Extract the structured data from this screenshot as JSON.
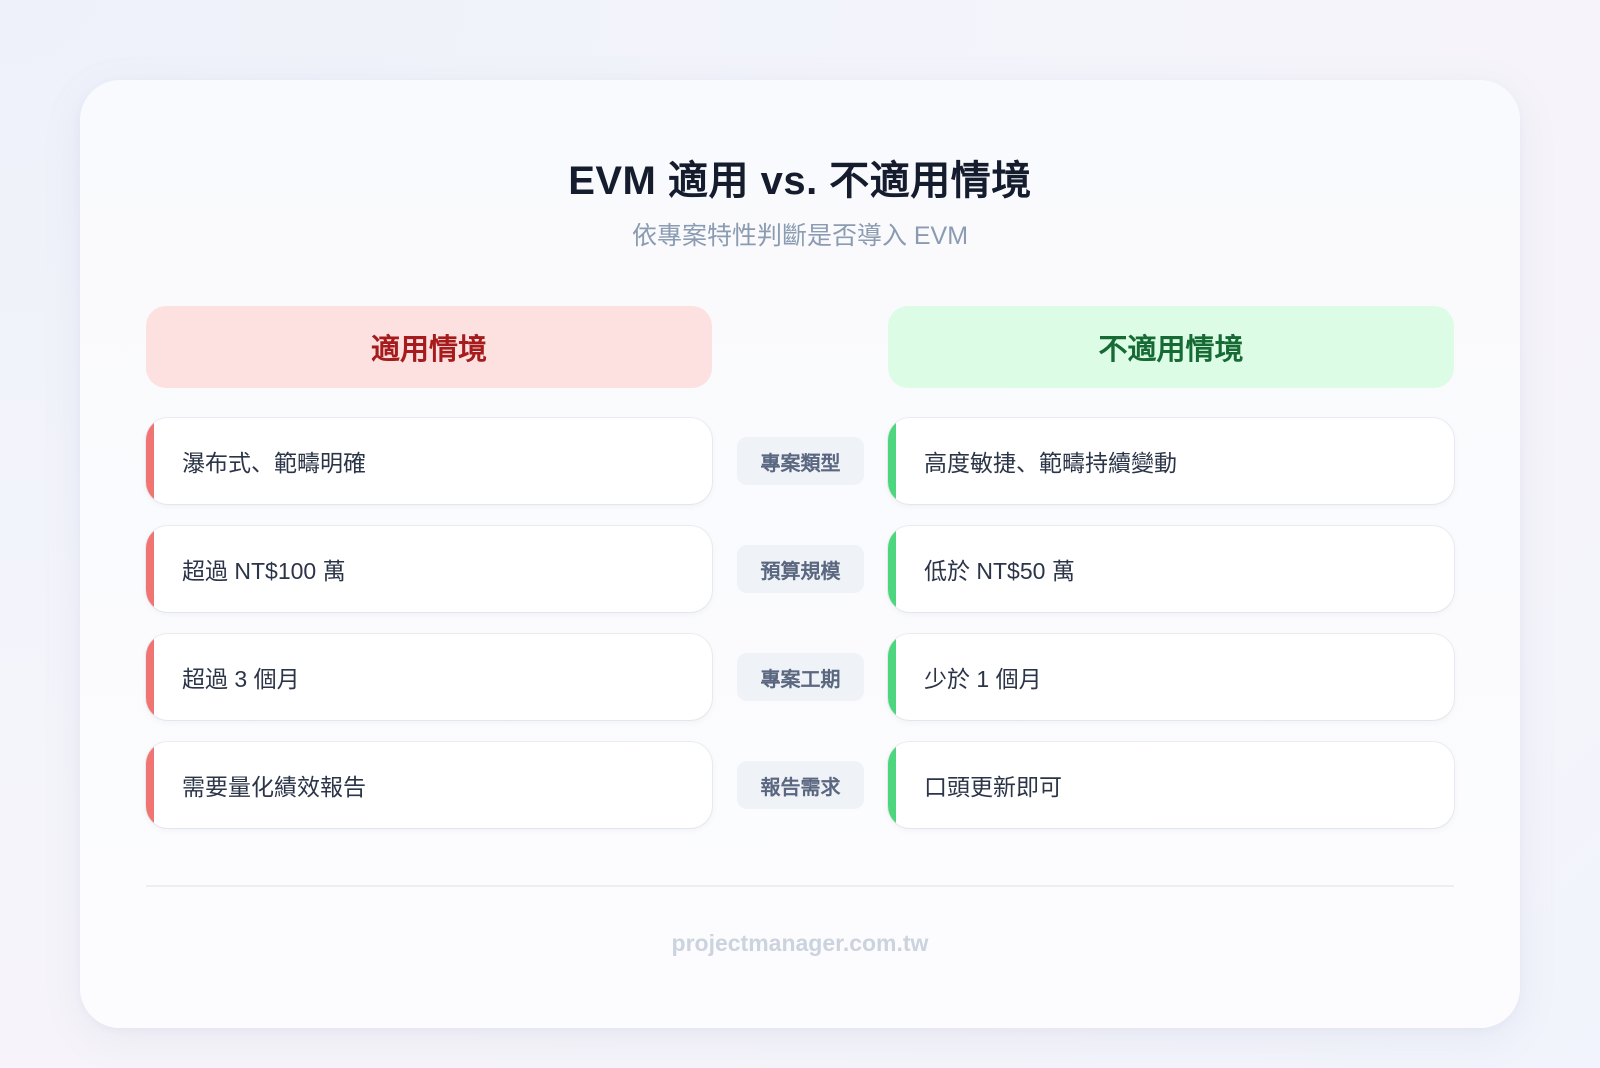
{
  "header": {
    "title": "EVM 適用 vs. 不適用情境",
    "subtitle": "依專案特性判斷是否導入 EVM"
  },
  "columns": {
    "fit": {
      "label": "適用情境",
      "color": "#a61b1b",
      "background": "#fde1e1",
      "accent": "#f07572"
    },
    "unfit": {
      "label": "不適用情境",
      "color": "#166b34",
      "background": "#dcfce6",
      "accent": "#4ed67e"
    }
  },
  "rows": [
    {
      "category": "專案類型",
      "fit": "瀑布式、範疇明確",
      "unfit": "高度敏捷、範疇持續變動"
    },
    {
      "category": "預算規模",
      "fit": "超過 NT$100 萬",
      "unfit": "低於 NT$50 萬"
    },
    {
      "category": "專案工期",
      "fit": "超過 3 個月",
      "unfit": "少於 1 個月"
    },
    {
      "category": "報告需求",
      "fit": "需要量化績效報告",
      "unfit": "口頭更新即可"
    }
  ],
  "footer": {
    "site": "projectmanager.com.tw"
  }
}
